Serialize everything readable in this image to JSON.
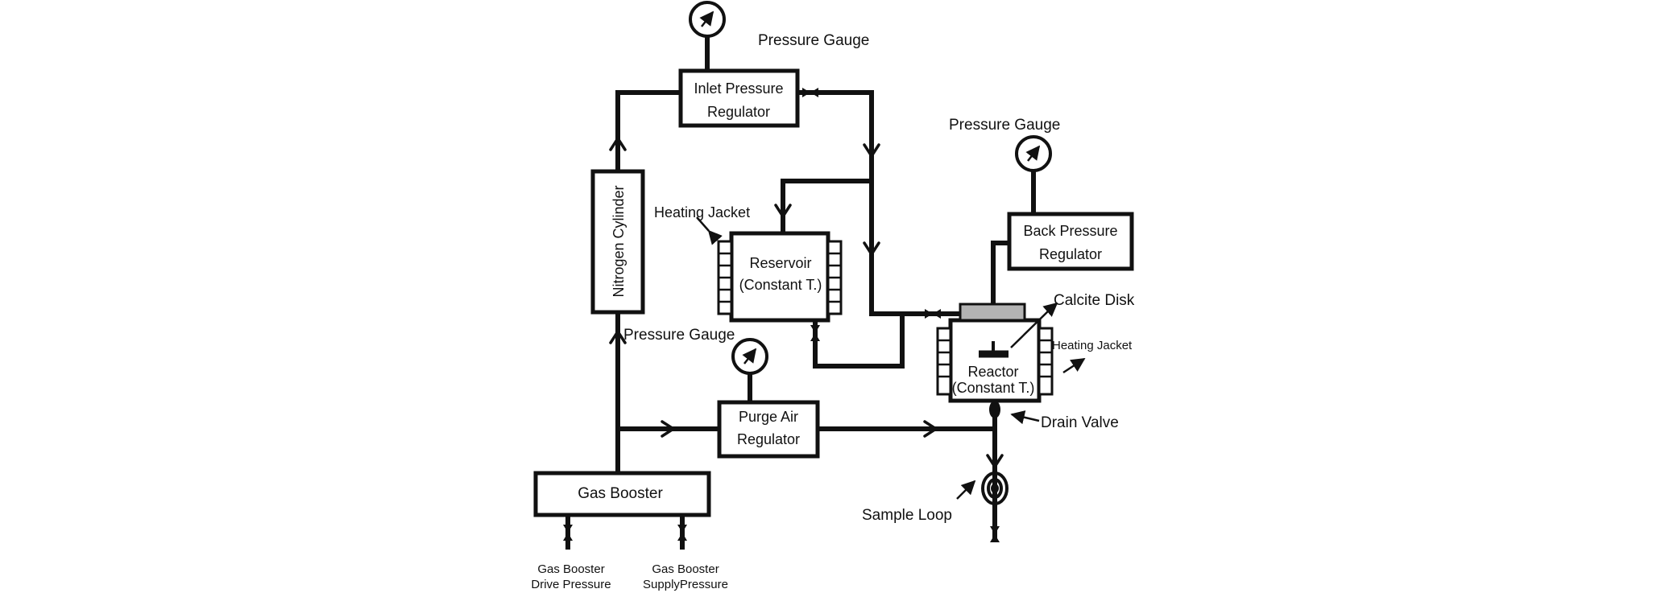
{
  "labels": {
    "pressure_gauge_top": "Pressure Gauge",
    "inlet_regulator": [
      "Inlet Pressure",
      "Regulator"
    ],
    "nitrogen_cylinder": "Nitrogen Cylinder",
    "heating_jacket_left": "Heating Jacket",
    "reservoir": [
      "Reservoir",
      "(Constant T.)"
    ],
    "pressure_gauge_right": "Pressure Gauge",
    "back_pressure_regulator": [
      "Back Pressure",
      "Regulator"
    ],
    "calcite_disk": "Calcite Disk",
    "heating_jacket_right": "Heating Jacket",
    "reactor": [
      "Reactor",
      "(Constant T.)"
    ],
    "pressure_gauge_mid": "Pressure Gauge",
    "purge_regulator": [
      "Purge Air",
      "Regulator"
    ],
    "drain_valve": "Drain Valve",
    "gas_booster": "Gas Booster",
    "sample_loop": "Sample Loop",
    "drive_pressure": [
      "Gas Booster",
      "Drive Pressure"
    ],
    "supply_pressure": [
      "Gas Booster",
      "SupplyPressure"
    ]
  },
  "colors": {
    "line": "#111111",
    "disk_fill": "#b3b3b3",
    "background": "#ffffff"
  }
}
